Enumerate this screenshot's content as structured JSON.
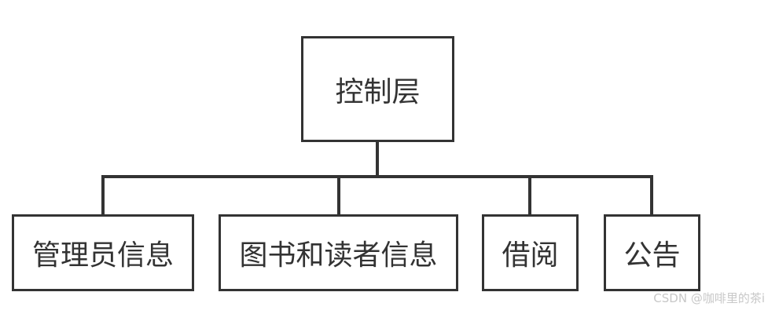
{
  "diagram": {
    "root": {
      "label": "控制层"
    },
    "children": [
      {
        "label": "管理员信息"
      },
      {
        "label": "图书和读者信息"
      },
      {
        "label": "借阅"
      },
      {
        "label": "公告"
      }
    ]
  },
  "watermark": "CSDN @咖啡里的茶i",
  "colors": {
    "stroke": "#333333",
    "text": "#333333",
    "watermark": "#c8c8c8",
    "background": "#ffffff"
  }
}
